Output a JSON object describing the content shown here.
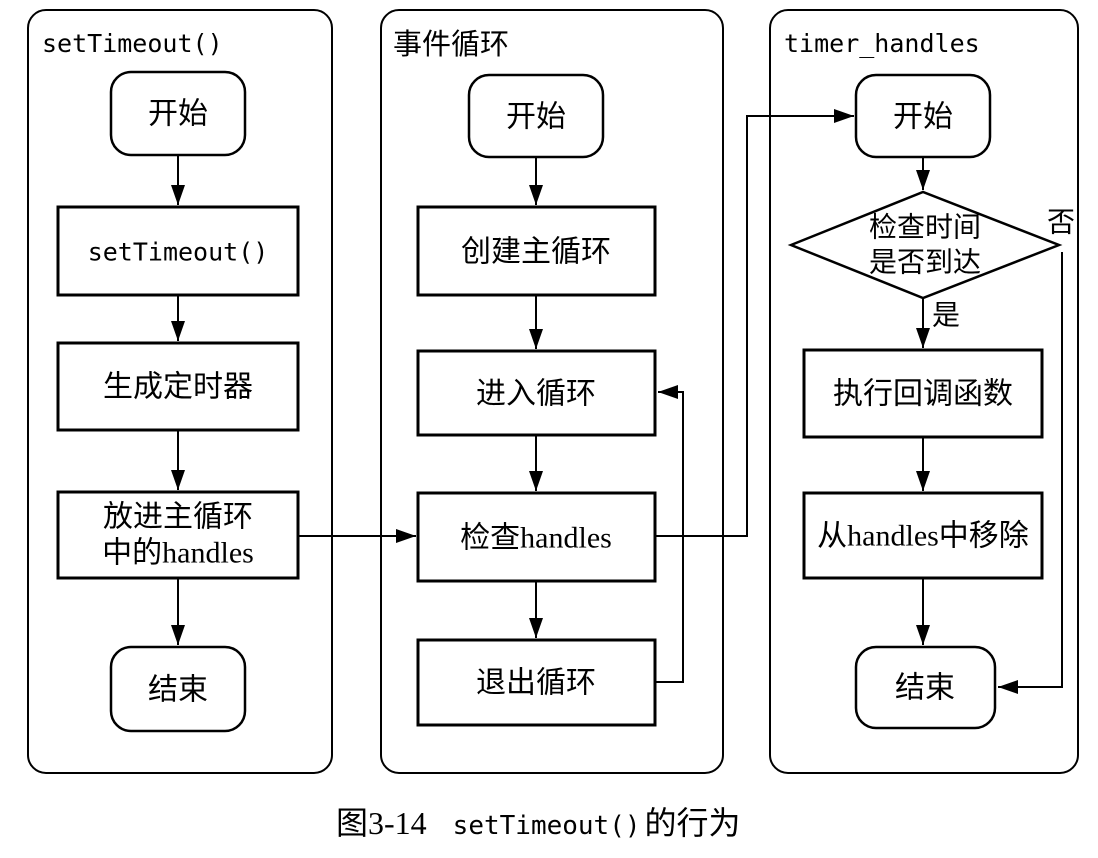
{
  "colors": {
    "ink": "#000000",
    "background": "#ffffff"
  },
  "lanes": [
    {
      "title": "setTimeout()",
      "nodes": [
        {
          "type": "terminal",
          "label": "开始"
        },
        {
          "type": "process",
          "label": "setTimeout()"
        },
        {
          "type": "process",
          "label": "生成定时器"
        },
        {
          "type": "process",
          "line1": "放进主循环",
          "line2": "中的handles"
        },
        {
          "type": "terminal",
          "label": "结束"
        }
      ]
    },
    {
      "title": "事件循环",
      "nodes": [
        {
          "type": "terminal",
          "label": "开始"
        },
        {
          "type": "process",
          "label": "创建主循环"
        },
        {
          "type": "process",
          "label": "进入循环"
        },
        {
          "type": "process",
          "label": "检查handles"
        },
        {
          "type": "process",
          "label": "退出循环"
        }
      ]
    },
    {
      "title": "timer_handles",
      "nodes": [
        {
          "type": "terminal",
          "label": "开始"
        },
        {
          "type": "decision",
          "line1": "检查时间",
          "line2": "是否到达",
          "yes": "是",
          "no": "否"
        },
        {
          "type": "process",
          "label": "执行回调函数"
        },
        {
          "type": "process",
          "label": "从handles中移除"
        },
        {
          "type": "terminal",
          "label": "结束"
        }
      ]
    }
  ],
  "caption": {
    "prefix": "图3-14",
    "code": "setTimeout()",
    "suffix": "的行为"
  }
}
